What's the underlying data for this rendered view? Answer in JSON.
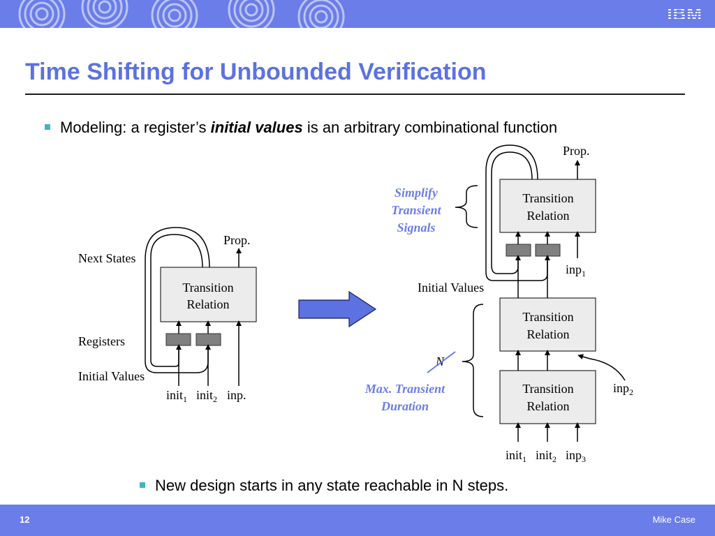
{
  "header": {
    "logo_text": "IBM",
    "title": "Time Shifting for Unbounded Verification"
  },
  "bullets": [
    {
      "prefix": "Modeling:  a register’s ",
      "emphasis": "initial values",
      "suffix": " is an arbitrary combinational function"
    },
    {
      "text": "New design starts in any state reachable in N steps."
    }
  ],
  "left_diagram": {
    "prop_label": "Prop.",
    "next_states_label": "Next States",
    "block_line1": "Transition",
    "block_line2": "Relation",
    "registers_label": "Registers",
    "initial_values_label": "Initial Values",
    "init1": {
      "base": "init",
      "sub": "1"
    },
    "init2": {
      "base": "init",
      "sub": "2"
    },
    "inp_label": "inp."
  },
  "right_diagram": {
    "prop_label": "Prop.",
    "simplify_line1": "Simplify",
    "simplify_line2": "Transient",
    "simplify_line3": "Signals",
    "top_block_line1": "Transition",
    "top_block_line2": "Relation",
    "inp1": {
      "base": "inp",
      "sub": "1"
    },
    "initial_values_label": "Initial Values",
    "mid_block_line1": "Transition",
    "mid_block_line2": "Relation",
    "n_label": "N",
    "max_line1": "Max. Transient",
    "max_line2": "Duration",
    "bot_block_line1": "Transition",
    "bot_block_line2": "Relation",
    "inp2": {
      "base": "inp",
      "sub": "2"
    },
    "init1": {
      "base": "init",
      "sub": "1"
    },
    "init2": {
      "base": "init",
      "sub": "2"
    },
    "inp3": {
      "base": "inp",
      "sub": "3"
    }
  },
  "footer": {
    "page_number": "12",
    "author": "Mike Case"
  },
  "colors": {
    "banner": "#6a7de8",
    "title": "#5b72e0",
    "bullet_marker": "#3cb7c0",
    "annotation": "#6a7de8",
    "block_fill": "#ececec",
    "register_fill": "#808080"
  }
}
